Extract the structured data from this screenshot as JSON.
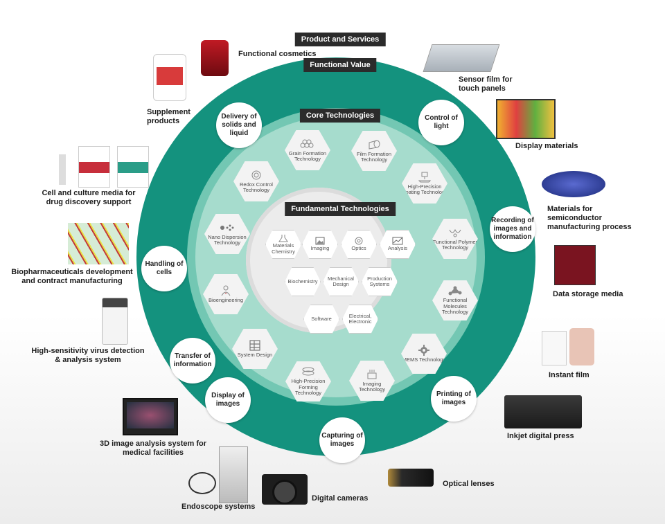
{
  "header": {
    "products_title": "Product and Services",
    "functional_title": "Functional Value",
    "core_title": "Core Technologies",
    "fundamental_title": "Fundamental Technologies"
  },
  "functions": [
    {
      "label": "Delivery of solids and liquid"
    },
    {
      "label": "Control of light"
    },
    {
      "label": "Recording of images and information"
    },
    {
      "label": "Printing of images"
    },
    {
      "label": "Capturing of images"
    },
    {
      "label": "Display of images"
    },
    {
      "label": "Transfer of information"
    },
    {
      "label": "Handling of cells"
    }
  ],
  "core_technologies": [
    {
      "label": "Grain Formation Technology",
      "icon": "grain-icon"
    },
    {
      "label": "Film Formation Technology",
      "icon": "film-roll-icon"
    },
    {
      "label": "High-Precision Coating Technology",
      "icon": "coating-icon"
    },
    {
      "label": "Functional Polymer Technology",
      "icon": "polymer-icon"
    },
    {
      "label": "Functional Molecules Technology",
      "icon": "molecule-icon"
    },
    {
      "label": "MEMS Technology",
      "icon": "gear-icon"
    },
    {
      "label": "Imaging Technology",
      "icon": "imaging-chip-icon"
    },
    {
      "label": "High-Precision Forming Technology",
      "icon": "lens-stack-icon"
    },
    {
      "label": "System Design",
      "icon": "grid-icon"
    },
    {
      "label": "Bioengineering",
      "icon": "person-heart-icon"
    },
    {
      "label": "Nano Dispersion Technology",
      "icon": "nano-dots-icon"
    },
    {
      "label": "Redox Control Technology",
      "icon": "redox-icon"
    }
  ],
  "fundamental_technologies": [
    {
      "label": "Materials Chemistry",
      "icon": "flask-icon"
    },
    {
      "label": "Imaging",
      "icon": "picture-icon"
    },
    {
      "label": "Optics",
      "icon": "aperture-icon"
    },
    {
      "label": "Analysis",
      "icon": "chart-icon"
    },
    {
      "label": "Biochemistry",
      "icon": ""
    },
    {
      "label": "Mechanical Design",
      "icon": ""
    },
    {
      "label": "Production Systems",
      "icon": ""
    },
    {
      "label": "Software",
      "icon": ""
    },
    {
      "label": "Electrical, Electronic",
      "icon": ""
    }
  ],
  "products": [
    {
      "label": "Functional cosmetics"
    },
    {
      "label": "Supplement products"
    },
    {
      "label": "Sensor film for touch panels"
    },
    {
      "label": "Display materials"
    },
    {
      "label": "Cell and culture media for drug discovery support"
    },
    {
      "label": "Materials for semiconductor manufacturing process"
    },
    {
      "label": "Biopharmaceuticals development and contract manufacturing"
    },
    {
      "label": "Data storage media"
    },
    {
      "label": "High-sensitivity virus detection & analysis system"
    },
    {
      "label": "Instant film"
    },
    {
      "label": "Inkjet digital press"
    },
    {
      "label": "3D image analysis system for medical facilities"
    },
    {
      "label": "Optical lenses"
    },
    {
      "label": "Endoscope systems"
    },
    {
      "label": "Digital cameras"
    }
  ],
  "colors": {
    "outer_ring": "#14927e",
    "mid_ring": "#73c7b3",
    "core": "#ececec",
    "band": "#2b2b2b"
  }
}
